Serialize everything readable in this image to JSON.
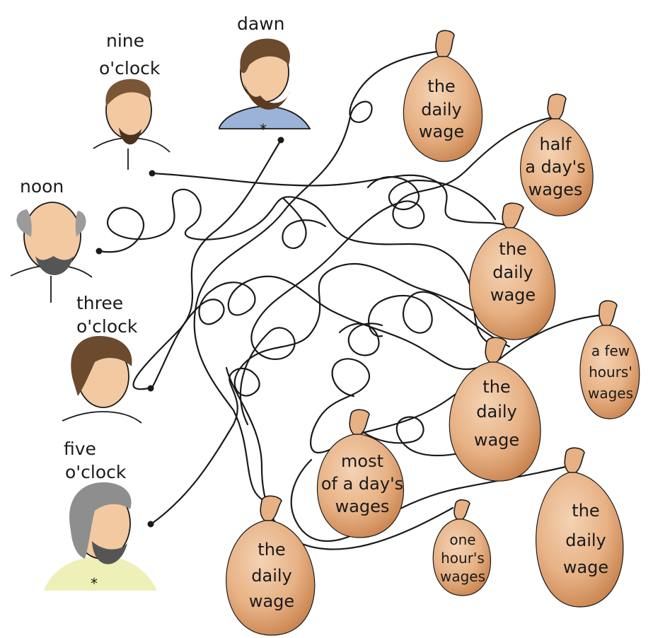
{
  "workers": [
    {
      "id": "dawn",
      "label_lines": [
        "dawn"
      ],
      "hair": "#6b4a2e",
      "shirt": "#9bb3d6"
    },
    {
      "id": "nine",
      "label_lines": [
        "nine",
        "o'clock"
      ],
      "hair": "#7a5636",
      "shirt": "#ffffff"
    },
    {
      "id": "noon",
      "label_lines": [
        "noon"
      ],
      "hair": "#9b9b9b",
      "shirt": "#ffffff"
    },
    {
      "id": "three",
      "label_lines": [
        "three",
        "o'clock"
      ],
      "hair": "#6b4a2e",
      "shirt": "#ffffff"
    },
    {
      "id": "five",
      "label_lines": [
        "five",
        "o'clock"
      ],
      "hair": "#8e8e8e",
      "shirt": "#eef0b8"
    }
  ],
  "bags": [
    {
      "id": "bag1",
      "lines": [
        "the",
        "daily",
        "wage"
      ]
    },
    {
      "id": "bag2",
      "lines": [
        "half",
        "a day's",
        "wages"
      ]
    },
    {
      "id": "bag3",
      "lines": [
        "the",
        "daily",
        "wage"
      ]
    },
    {
      "id": "bag4",
      "lines": [
        "a few",
        "hours'",
        "wages"
      ]
    },
    {
      "id": "bag5",
      "lines": [
        "the",
        "daily",
        "wage"
      ]
    },
    {
      "id": "bag6",
      "lines": [
        "most",
        "of a day's",
        "wages"
      ]
    },
    {
      "id": "bag7",
      "lines": [
        "the",
        "daily",
        "wage"
      ]
    },
    {
      "id": "bag8",
      "lines": [
        "one",
        "hour's",
        "wages"
      ]
    },
    {
      "id": "bag9",
      "lines": [
        "the",
        "daily",
        "wage"
      ]
    }
  ],
  "colors": {
    "bag_fill": "#e7b184",
    "bag_shadow": "#c98450",
    "ink": "#1a1a1a",
    "skin": "#f3c9a2"
  }
}
